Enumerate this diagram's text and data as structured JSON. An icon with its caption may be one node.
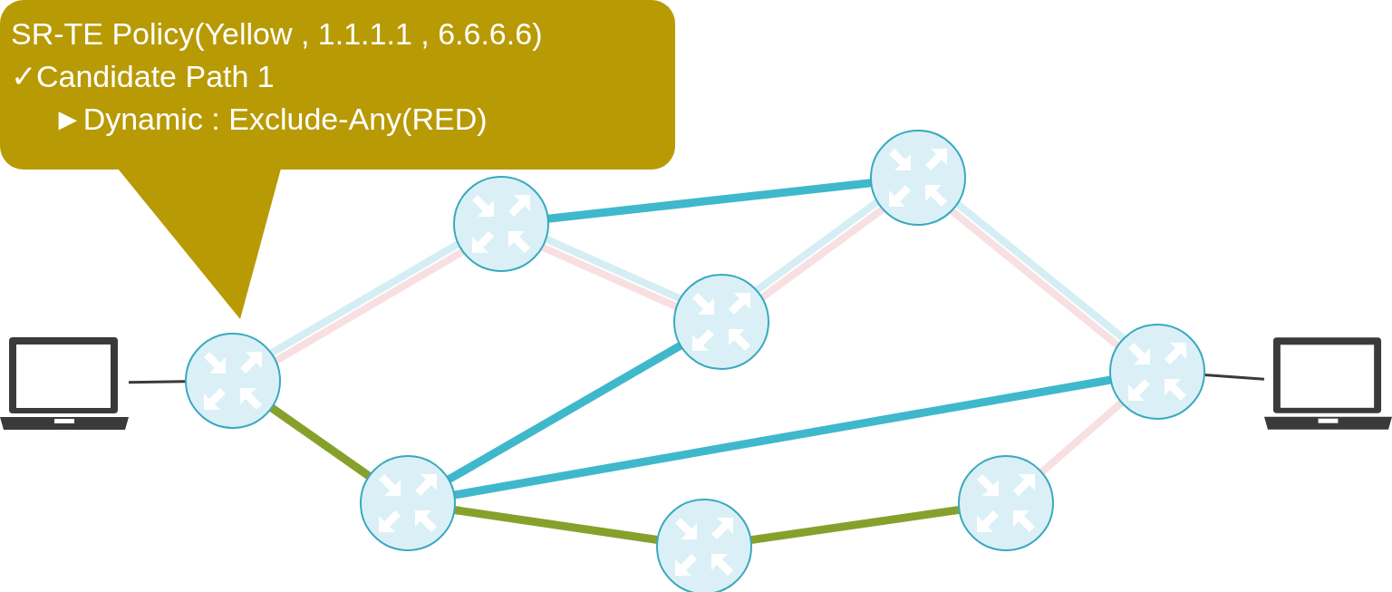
{
  "diagram": {
    "nodes": [
      {
        "text": [
          "SR-TE Policy(Yellow , 1.1.1.1 , 6.6.6.6)",
          "✓Candidate Path 1",
          "►Dynamic : Exclude-Any(RED)"
        ]
      },
      {
        "text": [],
        "shape": "picture"
      },
      {
        "text": [],
        "shape": "circle"
      },
      {
        "text": [],
        "shape": "circle"
      },
      {
        "text": [],
        "shape": "circle"
      },
      {
        "text": [],
        "shape": "circle"
      },
      {
        "text": [],
        "shape": "circle"
      },
      {
        "text": [],
        "shape": "picture"
      },
      {
        "text": [],
        "shape": "circle"
      },
      {
        "text": [],
        "shape": "circle"
      },
      {
        "text": [],
        "shape": "circle"
      }
    ],
    "edges": [
      {
        "from": 1,
        "to": 2,
        "arrow": "none",
        "color": "#3a3a3a"
      },
      {
        "from": 0,
        "to": 2,
        "arrow": "to",
        "color": "#b89a05"
      },
      {
        "from": 2,
        "to": 3,
        "arrow": "none",
        "color": "#f8dfe2"
      },
      {
        "from": 2,
        "to": 3,
        "arrow": "none",
        "color": "#d4eef4"
      },
      {
        "from": 3,
        "to": 5,
        "arrow": "none",
        "color": "#f8dfe2"
      },
      {
        "from": 3,
        "to": 5,
        "arrow": "none",
        "color": "#d4eef4"
      },
      {
        "from": 5,
        "to": 4,
        "arrow": "none",
        "color": "#f8dfe2"
      },
      {
        "from": 5,
        "to": 4,
        "arrow": "none",
        "color": "#d4eef4"
      },
      {
        "from": 4,
        "to": 6,
        "arrow": "none",
        "color": "#f8dfe2"
      },
      {
        "from": 4,
        "to": 6,
        "arrow": "none",
        "color": "#d4eef4"
      },
      {
        "from": 6,
        "to": 10,
        "arrow": "none",
        "color": "#f8dfe2"
      },
      {
        "from": 3,
        "to": 4,
        "arrow": "none",
        "color": "#3fb8cc"
      },
      {
        "from": 5,
        "to": 8,
        "arrow": "none",
        "color": "#3fb8cc"
      },
      {
        "from": 8,
        "to": 6,
        "arrow": "none",
        "color": "#3fb8cc"
      },
      {
        "from": 2,
        "to": 8,
        "arrow": "none",
        "color": "#86a12b"
      },
      {
        "from": 8,
        "to": 9,
        "arrow": "none",
        "color": "#86a12b"
      },
      {
        "from": 9,
        "to": 10,
        "arrow": "none",
        "color": "#86a12b"
      },
      {
        "from": 6,
        "to": 7,
        "arrow": "none",
        "color": "#3a3a3a"
      }
    ]
  }
}
